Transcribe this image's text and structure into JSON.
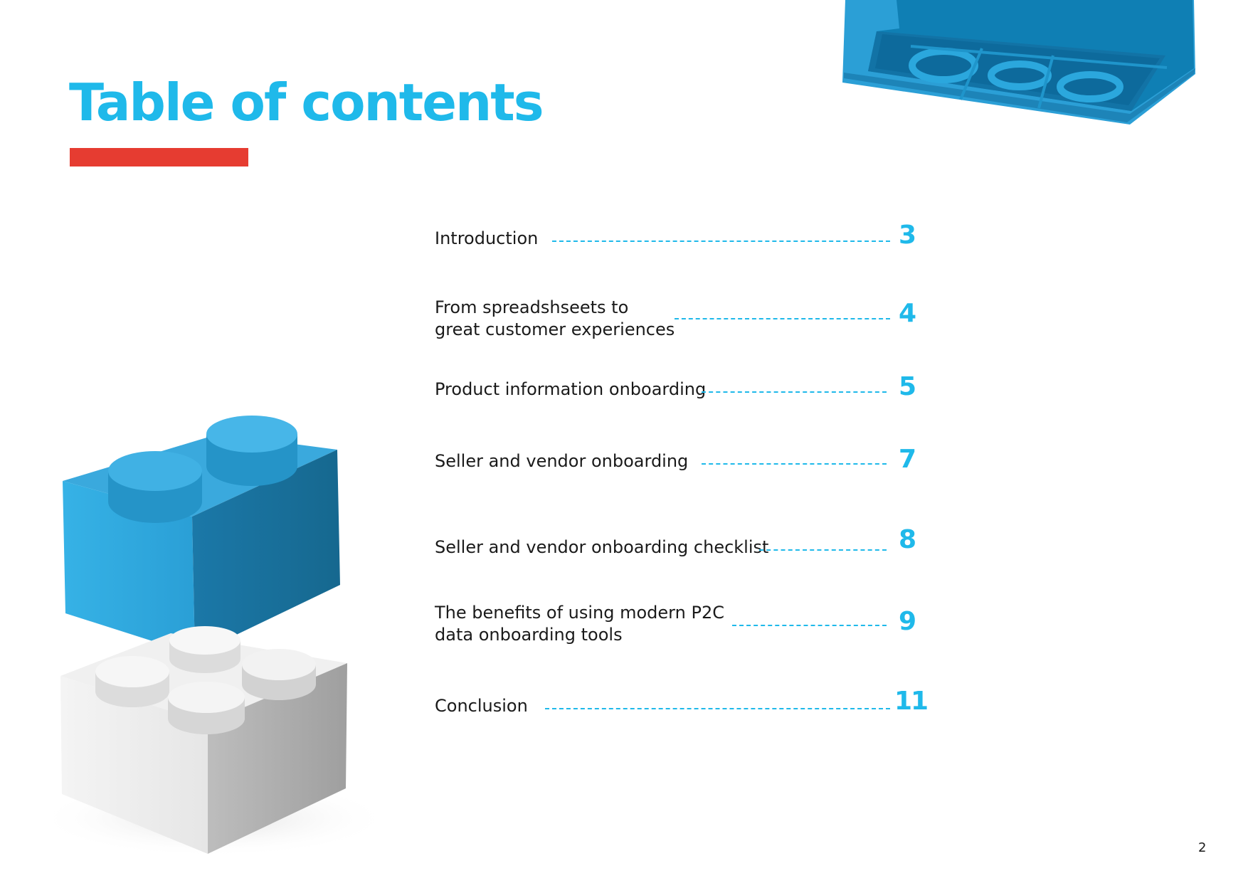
{
  "page": {
    "title": "Table of contents",
    "page_number": "2"
  },
  "colors": {
    "accent_blue": "#1fb9ea",
    "accent_red": "#e63c31",
    "text": "#1a1a1a"
  },
  "toc": {
    "items": [
      {
        "lines": [
          "Introduction"
        ],
        "page": "3"
      },
      {
        "lines": [
          "From spreadshseets to",
          "great customer experiences"
        ],
        "page": "4"
      },
      {
        "lines": [
          "Product information onboarding"
        ],
        "page": "5"
      },
      {
        "lines": [
          "Seller and vendor onboarding"
        ],
        "page": "7"
      },
      {
        "lines": [
          "Seller and vendor onboarding checklist"
        ],
        "page": "8"
      },
      {
        "lines": [
          "The benefits of using modern P2C",
          "data onboarding tools"
        ],
        "page": "9"
      },
      {
        "lines": [
          "Conclusion"
        ],
        "page": "11"
      }
    ]
  },
  "images": {
    "top_right": "blue-brick-underside",
    "bottom_left_back": "blue-brick-2x1",
    "bottom_left_front": "white-brick-2x2"
  }
}
